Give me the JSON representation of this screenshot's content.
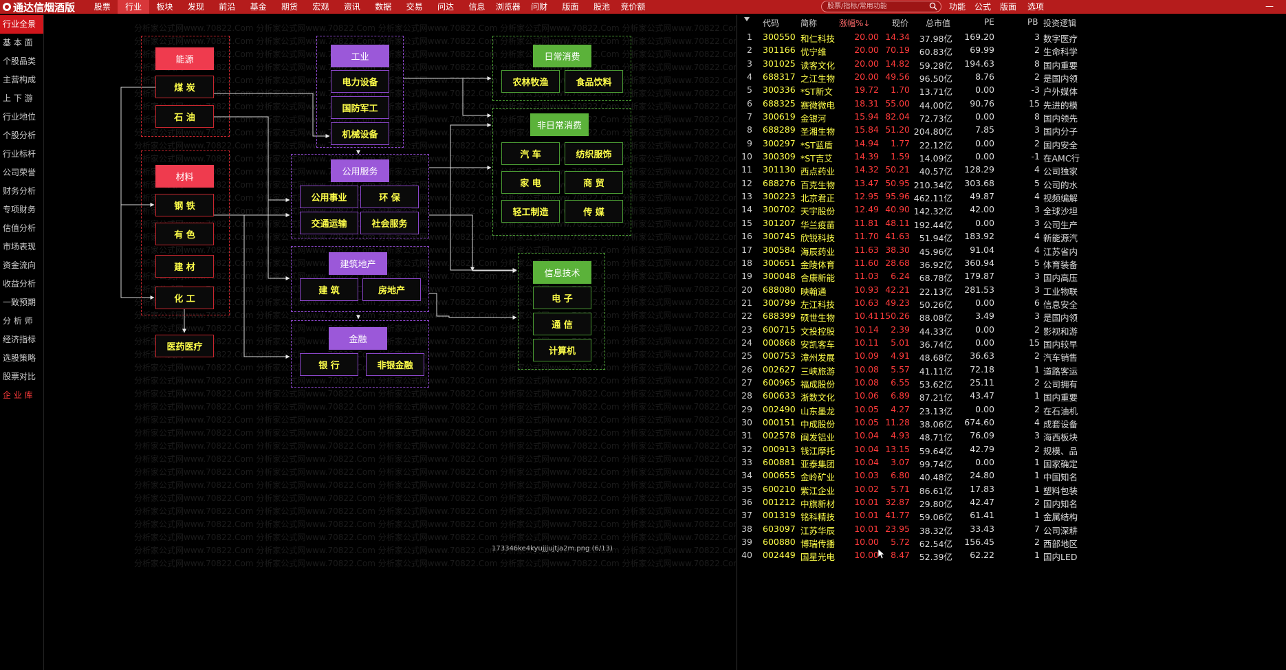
{
  "app": {
    "title": "通达信烟酒版"
  },
  "menu": [
    "股票",
    "行业",
    "板块",
    "发现",
    "前沿",
    "基金",
    "期货",
    "宏观",
    "资讯",
    "数据",
    "交易",
    "问达",
    "信息",
    "浏览器",
    "问财",
    "版面",
    "股池",
    "竞价额"
  ],
  "menu_active": 1,
  "search": {
    "placeholder": "股票/指标/常用功能"
  },
  "right_menu": [
    "功能",
    "公式",
    "版面",
    "选项"
  ],
  "sidebar": [
    "行业全景",
    "基 本 面",
    "个股品类",
    "主营构成",
    "上 下 游",
    "行业地位",
    "个股分析",
    "行业标杆",
    "公司荣誉",
    "财务分析",
    "专项财务",
    "估值分析",
    "市场表现",
    "资金流向",
    "收益分析",
    "一致预期",
    "分 析 师",
    "经济指标",
    "选股策略",
    "股票对比",
    "企 业 库"
  ],
  "sidebar_active": 0,
  "sidebar_red": 20,
  "watermark": "分析家公式网www.70822.Com",
  "diagram": {
    "energy": {
      "title": "能源",
      "items": [
        "煤 炭",
        "石 油"
      ]
    },
    "material": {
      "title": "材料",
      "items": [
        "钢 铁",
        "有 色",
        "建 材",
        "化 工"
      ]
    },
    "medical": "医药医疗",
    "industry": {
      "title": "工业",
      "items": [
        "电力设备",
        "国防军工",
        "机械设备"
      ]
    },
    "public": {
      "title": "公用服务",
      "items": [
        "公用事业",
        "环 保",
        "交通运输",
        "社会服务"
      ]
    },
    "construction": {
      "title": "建筑地产",
      "items": [
        "建 筑",
        "房地产"
      ]
    },
    "finance": {
      "title": "金融",
      "items": [
        "银 行",
        "非银金融"
      ]
    },
    "daily": {
      "title": "日常消费",
      "items": [
        "农林牧渔",
        "食品饮料"
      ]
    },
    "nondaily": {
      "title": "非日常消费",
      "items": [
        "汽 车",
        "纺织服饰",
        "家 电",
        "商 贸",
        "轻工制造",
        "传 媒"
      ]
    },
    "it": {
      "title": "信息技术",
      "items": [
        "电 子",
        "通 信",
        "计算机"
      ]
    }
  },
  "caption": "173346ke4kyujjjujtja2m.png (6/13)",
  "table": {
    "headers": [
      "代码",
      "简称",
      "涨幅%↓",
      "现价",
      "总市值",
      "PE",
      "PB",
      "投资逻辑"
    ],
    "rows": [
      [
        "1",
        "300550",
        "和仁科技",
        "20.00",
        "14.34",
        "37.98亿",
        "169.20",
        "3",
        "数字医疗"
      ],
      [
        "2",
        "301166",
        "优宁维",
        "20.00",
        "70.19",
        "60.83亿",
        "69.99",
        "2",
        "生命科学"
      ],
      [
        "3",
        "301025",
        "读客文化",
        "20.00",
        "14.82",
        "59.28亿",
        "194.63",
        "8",
        "国内重要"
      ],
      [
        "4",
        "688317",
        "之江生物",
        "20.00",
        "49.56",
        "96.50亿",
        "8.76",
        "2",
        "是国内领"
      ],
      [
        "5",
        "300336",
        "*ST新文",
        "19.72",
        "1.70",
        "13.71亿",
        "0.00",
        "-3",
        "户外媒体"
      ],
      [
        "6",
        "688325",
        "赛微微电",
        "18.31",
        "55.00",
        "44.00亿",
        "90.76",
        "15",
        "先进的模"
      ],
      [
        "7",
        "300619",
        "金银河",
        "15.94",
        "82.04",
        "72.73亿",
        "0.00",
        "8",
        "国内领先"
      ],
      [
        "8",
        "688289",
        "圣湘生物",
        "15.84",
        "51.20",
        "204.80亿",
        "7.85",
        "3",
        "国内分子"
      ],
      [
        "9",
        "300297",
        "*ST蓝盾",
        "14.94",
        "1.77",
        "22.12亿",
        "0.00",
        "2",
        "国内安全"
      ],
      [
        "10",
        "300309",
        "*ST吉艾",
        "14.39",
        "1.59",
        "14.09亿",
        "0.00",
        "-1",
        "在AMC行"
      ],
      [
        "11",
        "301130",
        "西点药业",
        "14.32",
        "50.21",
        "40.57亿",
        "128.29",
        "4",
        "公司独家"
      ],
      [
        "12",
        "688276",
        "百克生物",
        "13.47",
        "50.95",
        "210.34亿",
        "303.68",
        "5",
        "公司的水"
      ],
      [
        "13",
        "300223",
        "北京君正",
        "12.95",
        "95.96",
        "462.11亿",
        "49.87",
        "4",
        "视频编解"
      ],
      [
        "14",
        "300702",
        "天宇股份",
        "12.49",
        "40.90",
        "142.32亿",
        "42.00",
        "3",
        "全球沙坦"
      ],
      [
        "15",
        "301207",
        "华兰疫苗",
        "11.81",
        "48.11",
        "192.44亿",
        "0.00",
        "3",
        "公司生产"
      ],
      [
        "16",
        "300745",
        "欣锐科技",
        "11.70",
        "41.63",
        "51.94亿",
        "183.92",
        "4",
        "新能源汽"
      ],
      [
        "17",
        "300584",
        "海辰药业",
        "11.63",
        "38.30",
        "45.96亿",
        "91.04",
        "4",
        "江苏省内"
      ],
      [
        "18",
        "300651",
        "金陵体育",
        "11.60",
        "28.68",
        "36.92亿",
        "360.94",
        "5",
        "体育装备"
      ],
      [
        "19",
        "300048",
        "合康新能",
        "11.03",
        "6.24",
        "68.78亿",
        "179.87",
        "3",
        "国内高压"
      ],
      [
        "20",
        "688080",
        "映翰通",
        "10.93",
        "42.21",
        "22.13亿",
        "281.53",
        "3",
        "工业物联"
      ],
      [
        "21",
        "300799",
        "左江科技",
        "10.63",
        "49.23",
        "50.26亿",
        "0.00",
        "6",
        "信息安全"
      ],
      [
        "22",
        "688399",
        "硕世生物",
        "10.41",
        "150.26",
        "88.08亿",
        "3.49",
        "3",
        "是国内领"
      ],
      [
        "23",
        "600715",
        "文投控股",
        "10.14",
        "2.39",
        "44.33亿",
        "0.00",
        "2",
        "影视和游"
      ],
      [
        "24",
        "000868",
        "安凯客车",
        "10.11",
        "5.01",
        "36.74亿",
        "0.00",
        "15",
        "国内较早"
      ],
      [
        "25",
        "000753",
        "漳州发展",
        "10.09",
        "4.91",
        "48.68亿",
        "36.63",
        "2",
        "汽车销售"
      ],
      [
        "26",
        "002627",
        "三峡旅游",
        "10.08",
        "5.57",
        "41.11亿",
        "72.18",
        "1",
        "道路客运"
      ],
      [
        "27",
        "600965",
        "福成股份",
        "10.08",
        "6.55",
        "53.62亿",
        "25.11",
        "2",
        "公司拥有"
      ],
      [
        "28",
        "600633",
        "浙数文化",
        "10.06",
        "6.89",
        "87.21亿",
        "43.47",
        "1",
        "国内重要"
      ],
      [
        "29",
        "002490",
        "山东墨龙",
        "10.05",
        "4.27",
        "23.13亿",
        "0.00",
        "2",
        "在石油机"
      ],
      [
        "30",
        "000151",
        "中成股份",
        "10.05",
        "11.28",
        "38.06亿",
        "674.60",
        "4",
        "成套设备"
      ],
      [
        "31",
        "002578",
        "闽发铝业",
        "10.04",
        "4.93",
        "48.71亿",
        "76.09",
        "3",
        "海西板块"
      ],
      [
        "32",
        "000913",
        "钱江摩托",
        "10.04",
        "13.15",
        "59.64亿",
        "42.79",
        "2",
        "规模、品"
      ],
      [
        "33",
        "600881",
        "亚泰集团",
        "10.04",
        "3.07",
        "99.74亿",
        "0.00",
        "1",
        "国家确定"
      ],
      [
        "34",
        "000655",
        "金岭矿业",
        "10.03",
        "6.80",
        "40.48亿",
        "24.80",
        "1",
        "中国知名"
      ],
      [
        "35",
        "600210",
        "紫江企业",
        "10.02",
        "5.71",
        "86.61亿",
        "17.83",
        "1",
        "塑料包装"
      ],
      [
        "36",
        "001212",
        "中旗新材",
        "10.01",
        "32.87",
        "29.80亿",
        "42.47",
        "2",
        "国内知名"
      ],
      [
        "37",
        "001319",
        "铭科精技",
        "10.01",
        "41.77",
        "59.06亿",
        "61.41",
        "1",
        "金属结构"
      ],
      [
        "38",
        "603097",
        "江苏华辰",
        "10.01",
        "23.95",
        "38.32亿",
        "33.43",
        "7",
        "公司深耕"
      ],
      [
        "39",
        "600880",
        "博瑞传播",
        "10.00",
        "5.72",
        "62.54亿",
        "156.45",
        "2",
        "西部地区"
      ],
      [
        "40",
        "002449",
        "国星光电",
        "10.00",
        "8.47",
        "52.39亿",
        "62.22",
        "1",
        "国内LED"
      ]
    ]
  },
  "colors": {
    "red": "#c8262e",
    "purple": "#8b46c9",
    "green": "#4a9a33",
    "yellow": "#ffff4a",
    "up": "#ff3b3b"
  }
}
